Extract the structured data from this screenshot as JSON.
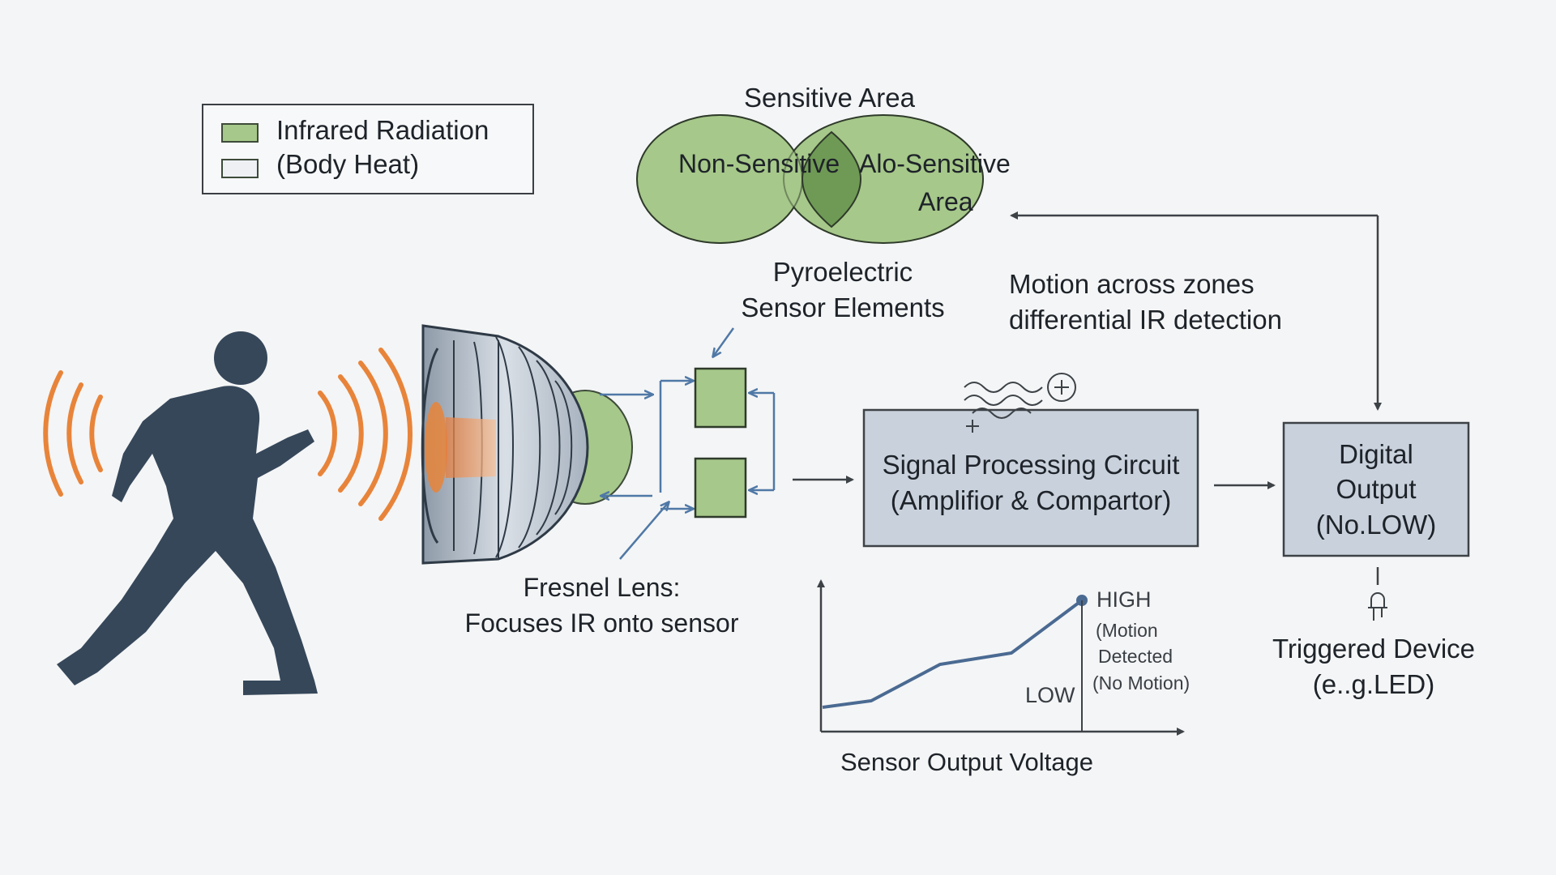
{
  "legend": {
    "items": [
      {
        "label": "Infrared Radiation",
        "color": "#a6c88a"
      },
      {
        "label": "(Body Heat)",
        "color": "#eef0f4"
      }
    ]
  },
  "sensitive_area": {
    "title": "Sensitive Area",
    "left_label": "Non-Sensitive",
    "right_label_line1": "Alo-Sensitive",
    "right_label_line2": "Area"
  },
  "pyroelectric": {
    "line1": "Pyroelectric",
    "line2": "Sensor Elements"
  },
  "motion_note": {
    "line1": "Motion across zones",
    "line2": "differential IR detection"
  },
  "fresnel": {
    "line1": "Fresnel Lens:",
    "line2": "Focuses IR onto sensor"
  },
  "signal_processing": {
    "line1": "Signal Processing Circuit",
    "line2": "(Amplifior & Compartor)"
  },
  "digital_output": {
    "line1": "Digital",
    "line2": "Output",
    "line3": "(No.LOW)"
  },
  "triggered_device": {
    "line1": "Triggered Device",
    "line2": "(e..g.LED)"
  },
  "voltage_graph": {
    "title": "Sensor Output Voltage",
    "high": "HIGH",
    "high_note_1": "(Motion",
    "high_note_2": "Detected",
    "low": "LOW",
    "low_note": "(No Motion)"
  },
  "colors": {
    "green": "#a6c88a",
    "green_dark": "#6f9a55",
    "box_fill": "#c9d1dc",
    "person": "#36475a",
    "ir_wave": "#e8843a",
    "arrow_blue": "#4f78a6"
  }
}
